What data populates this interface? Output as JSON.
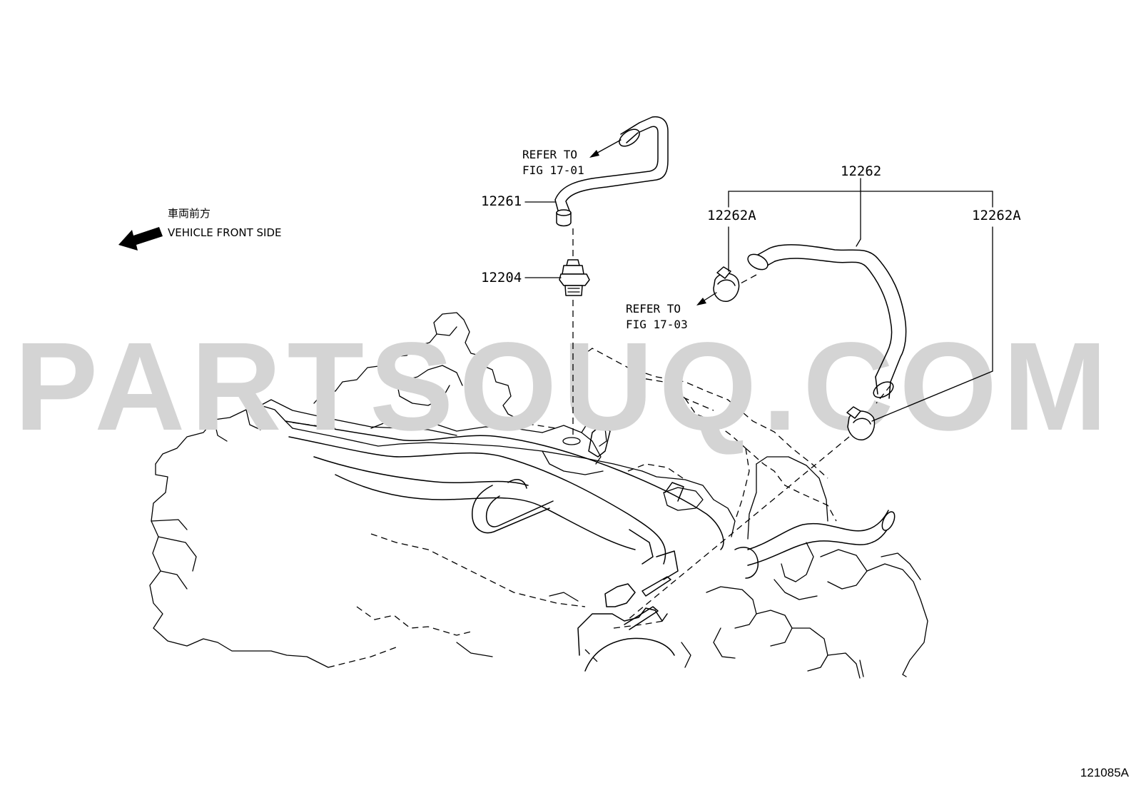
{
  "watermark": "PARTSOUQ.COM",
  "direction": {
    "label_jp": "車両前方",
    "label_en": "VEHICLE FRONT SIDE",
    "arrow_icon": "arrow-left-down-icon"
  },
  "parts": {
    "p12261": "12261",
    "p12204": "12204",
    "p12262": "12262",
    "p12262A_left": "12262A",
    "p12262A_right": "12262A"
  },
  "references": {
    "ref1_line1": "REFER TO",
    "ref1_line2": "FIG 17-01",
    "ref2_line1": "REFER TO",
    "ref2_line2": "FIG 17-03"
  },
  "figure_code": "121085A"
}
